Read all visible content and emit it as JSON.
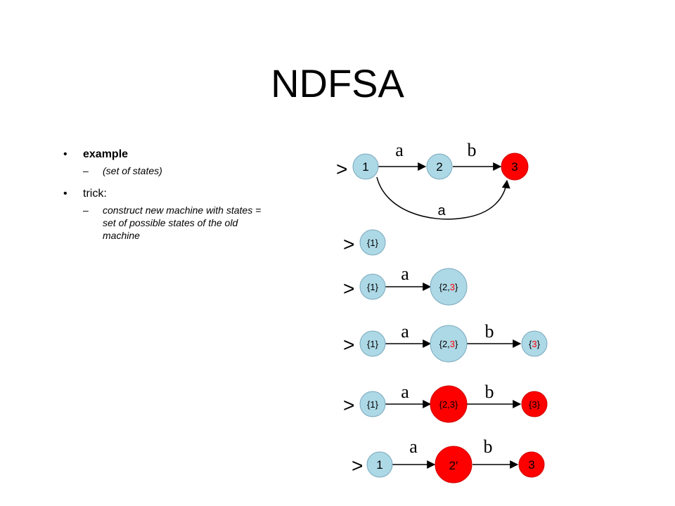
{
  "title": "NDFSA",
  "bullets": [
    {
      "text": "example",
      "sub": "(set of states)"
    },
    {
      "text": "trick:",
      "sub": "construct new machine with states = set of possible states of the old machine"
    }
  ],
  "colors": {
    "node_blue": "#add8e6",
    "node_red": "#ff0000",
    "highlight_red": "#ff0000",
    "edge": "#000000"
  },
  "start_marker": ">",
  "diagram1": {
    "states": [
      "1",
      "2",
      "3"
    ],
    "edge_labels": [
      "a",
      "b",
      "a"
    ]
  },
  "row1": {
    "states": [
      "{1}"
    ]
  },
  "row2": {
    "states": [
      "{1}",
      "{2,",
      "3",
      "}"
    ],
    "edge_labels": [
      "a"
    ]
  },
  "row3": {
    "states": [
      "{1}",
      "{2,",
      "3",
      "}",
      "{",
      "3",
      "}"
    ],
    "edge_labels": [
      "a",
      "b"
    ]
  },
  "row4": {
    "states": [
      "{1}",
      "{2,3}",
      "{3}"
    ],
    "edge_labels": [
      "a",
      "b"
    ]
  },
  "row5": {
    "states": [
      "1",
      "2′",
      "3"
    ],
    "edge_labels": [
      "a",
      "b"
    ]
  }
}
